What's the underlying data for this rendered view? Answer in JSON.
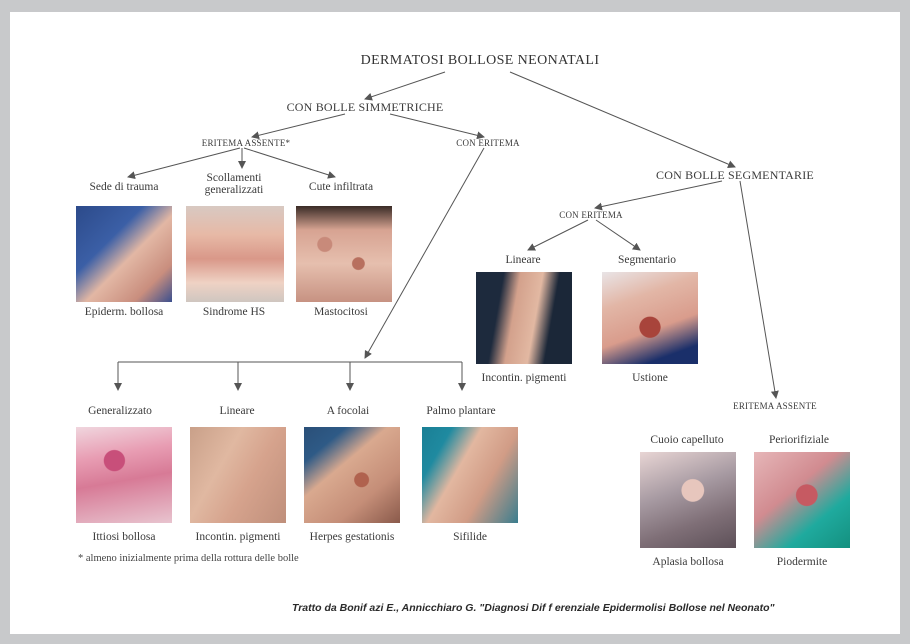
{
  "title": "DERMATOSI BOLLOSE NEONATALI",
  "branches": {
    "simmetriche": "CON BOLLE SIMMETRICHE",
    "eritema_assente_sym": "ERITEMA ASSENTE*",
    "con_eritema_sym": "CON ERITEMA",
    "segmentarie": "CON BOLLE SEGMENTARIE",
    "con_eritema_seg": "CON ERITEMA",
    "eritema_assente_seg": "ERITEMA ASSENTE"
  },
  "top_row": [
    {
      "label": "Sede di trauma",
      "caption": "Epiderm. bollosa",
      "photo_icon": "clinical-photo-infant-icon"
    },
    {
      "label": "Scollamenti generalizzati",
      "label_line1": "Scollamenti",
      "label_line2": "generalizzati",
      "caption": "Sindrome HS",
      "photo_icon": "clinical-photo-back-icon"
    },
    {
      "label": "Cute infiltrata",
      "caption": "Mastocitosi",
      "photo_icon": "clinical-photo-trunk-icon"
    }
  ],
  "segment_row": [
    {
      "label": "Lineare",
      "caption": "Incontin. pigmenti",
      "photo_icon": "clinical-photo-leg-icon"
    },
    {
      "label": "Segmentario",
      "caption": "Ustione",
      "photo_icon": "clinical-photo-thigh-icon"
    }
  ],
  "bottom_row": [
    {
      "label": "Generalizzato",
      "caption": "Ittiosi bollosa",
      "photo_icon": "clinical-photo-skin-icon"
    },
    {
      "label": "Lineare",
      "caption": "Incontin. pigmenti",
      "photo_icon": "clinical-photo-leg-icon"
    },
    {
      "label": "A focolai",
      "caption": "Herpes gestationis",
      "photo_icon": "clinical-photo-infant-icon"
    },
    {
      "label": "Palmo plantare",
      "caption": "Sifilide",
      "photo_icon": "clinical-photo-foot-icon"
    }
  ],
  "absent_row": [
    {
      "label": "Cuoio capelluto",
      "caption": "Aplasia bollosa",
      "photo_icon": "clinical-photo-scalp-icon"
    },
    {
      "label": "Periorifiziale",
      "caption": "Piodermite",
      "photo_icon": "clinical-photo-mouth-icon"
    }
  ],
  "footnote": "* almeno inizialmente prima della rottura delle bolle",
  "credit": "Tratto da Bonif azi E., Annicchiaro G. \"Diagnosi Dif f erenziale Epidermolisi Bollose nel Neonato\"",
  "colors": {
    "background": "#c8c9cb",
    "panel": "#ffffff",
    "line": "#555555",
    "text": "#3a3a3a"
  }
}
